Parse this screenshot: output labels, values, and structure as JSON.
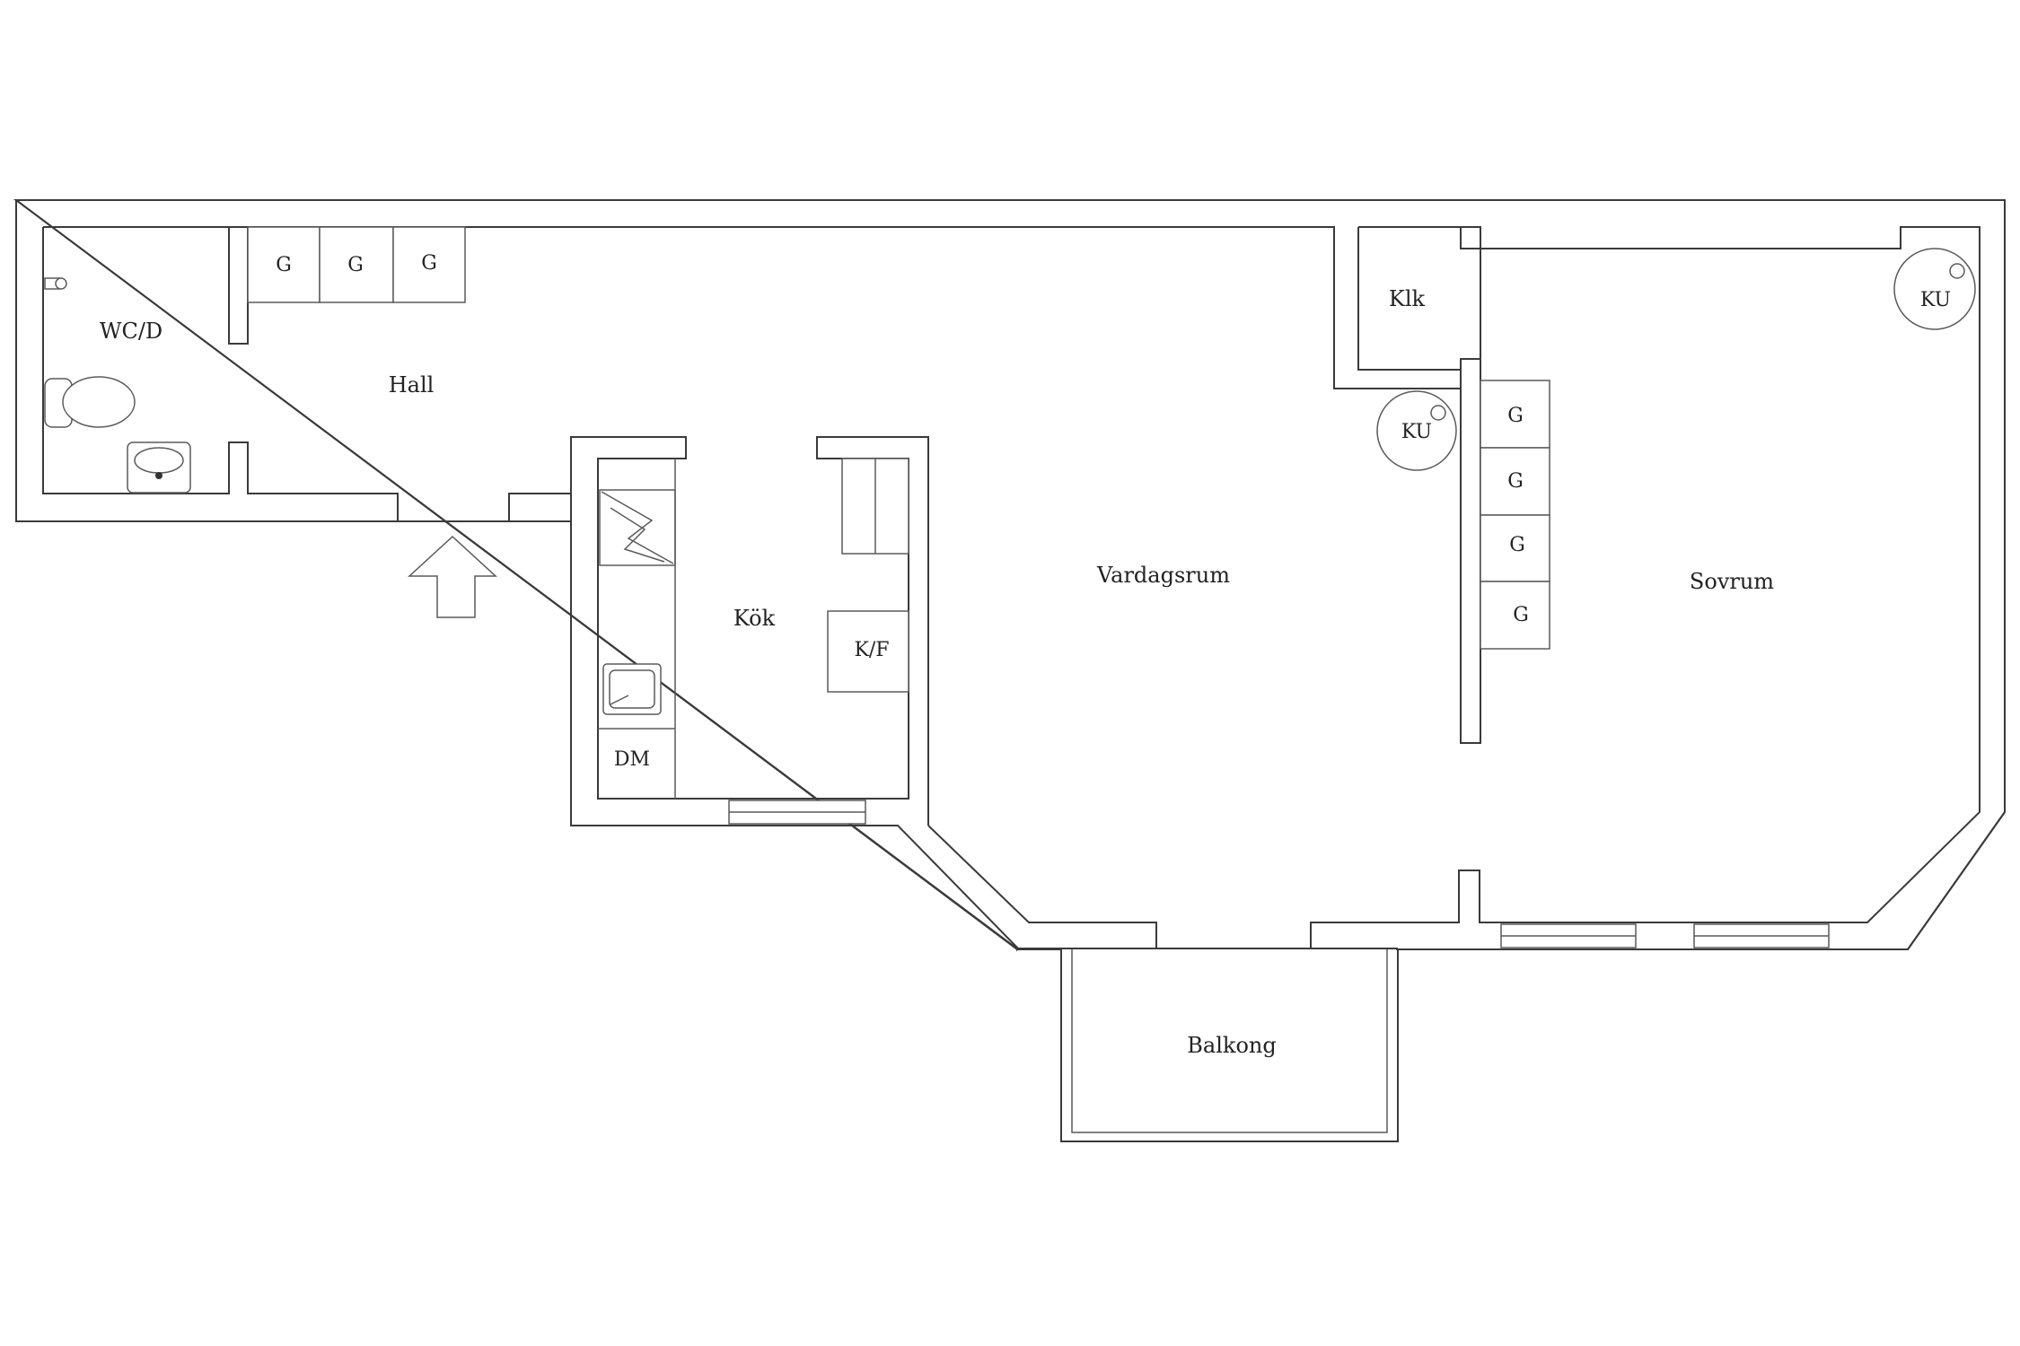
{
  "rooms": {
    "wc": "WC/D",
    "hall": "Hall",
    "kitchen": "Kök",
    "living": "Vardagsrum",
    "bedroom": "Sovrum",
    "closet": "Klk",
    "balcony": "Balkong"
  },
  "fixtures": {
    "wardrobe": "G",
    "fridge_freezer": "K/F",
    "dishwasher": "DM",
    "tiled_stove": "KU"
  },
  "colors": {
    "wall": "#3a3a3a",
    "background": "#ffffff"
  }
}
